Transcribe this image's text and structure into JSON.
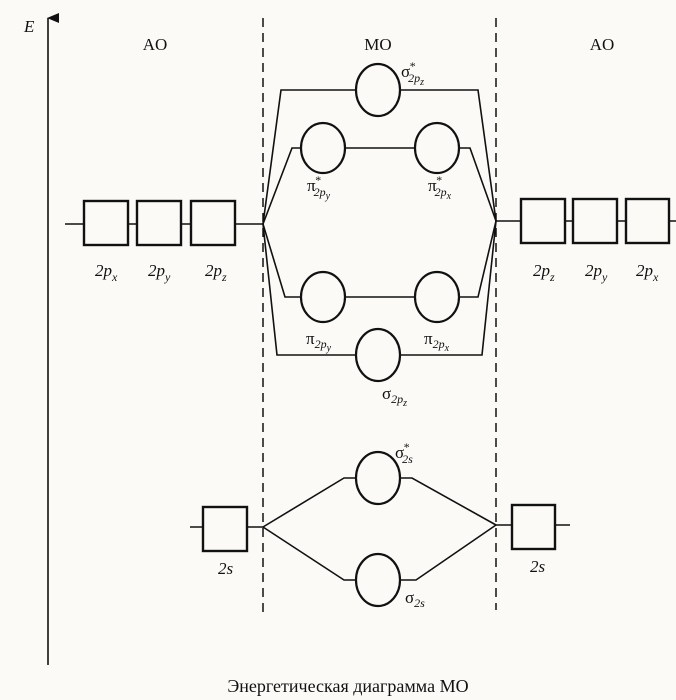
{
  "axis": {
    "label": "E"
  },
  "headers": {
    "left": "AO",
    "middle": "MO",
    "right": "AO"
  },
  "left_ao_2p": [
    {
      "n": "2",
      "l": "p",
      "sub": "x"
    },
    {
      "n": "2",
      "l": "p",
      "sub": "y"
    },
    {
      "n": "2",
      "l": "p",
      "sub": "z"
    }
  ],
  "right_ao_2p": [
    {
      "n": "2",
      "l": "p",
      "sub": "z"
    },
    {
      "n": "2",
      "l": "p",
      "sub": "y"
    },
    {
      "n": "2",
      "l": "p",
      "sub": "x"
    }
  ],
  "ao_2s": {
    "left": "2s",
    "right": "2s"
  },
  "mo": {
    "sigma_star_2pz": {
      "sym": "σ",
      "star": "*",
      "sub": "2p",
      "subsub": "z"
    },
    "pi_star_2py": {
      "sym": "π",
      "star": "*",
      "sub": "2p",
      "subsub": "y"
    },
    "pi_star_2px": {
      "sym": "π",
      "star": "*",
      "sub": "2p",
      "subsub": "x"
    },
    "pi_2py": {
      "sym": "π",
      "sub": "2p",
      "subsub": "y"
    },
    "pi_2px": {
      "sym": "π",
      "sub": "2p",
      "subsub": "x"
    },
    "sigma_2pz": {
      "sym": "σ",
      "sub": "2p",
      "subsub": "z"
    },
    "sigma_star_2s": {
      "sym": "σ",
      "star": "*",
      "sub": "2s"
    },
    "sigma_2s": {
      "sym": "σ",
      "sub": "2s"
    }
  },
  "caption": "Энергетическая диаграмма МО"
}
